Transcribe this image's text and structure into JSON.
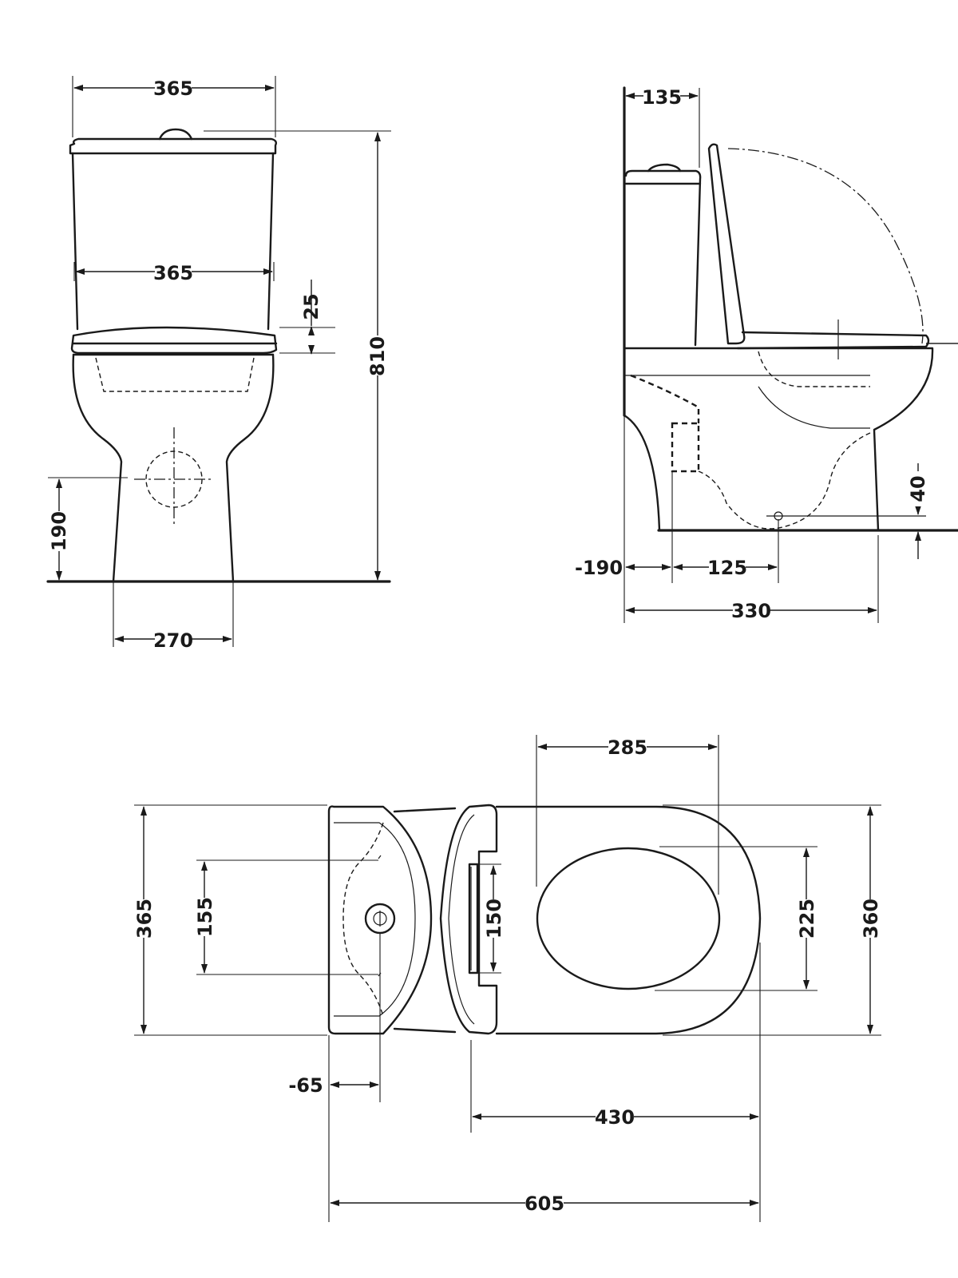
{
  "front_view": {
    "cistern_top_width": "365",
    "cistern_width": "365",
    "seat_thickness": "25",
    "overall_height": "810",
    "outlet_height": "190",
    "base_width": "270"
  },
  "side_view": {
    "cistern_depth": "135",
    "outlet_height": "40",
    "wall_offset": "-190",
    "outlet_center": "125",
    "base_depth": "330"
  },
  "plan_view": {
    "seat_opening_length": "285",
    "cistern_width": "365",
    "fixing_centres": "155",
    "hinge_centres": "150",
    "seat_opening_width": "225",
    "bowl_width": "360",
    "inlet_offset": "-65",
    "bowl_length": "430",
    "overall_length": "605"
  }
}
